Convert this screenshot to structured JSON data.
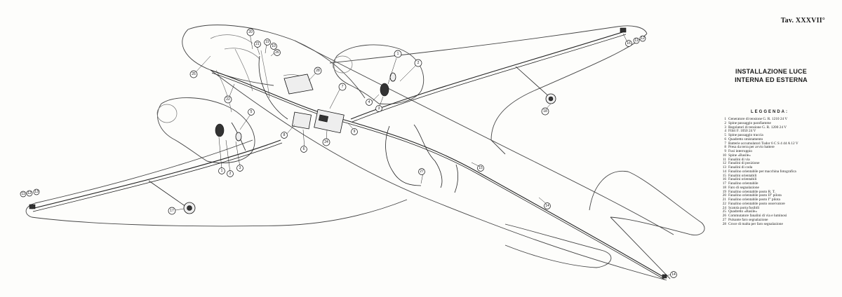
{
  "plate_label": "Tav. XXXVII°",
  "heading": {
    "line1": "INSTALLAZIONE LUCE",
    "line2": "INTERNA ED ESTERNA"
  },
  "legend_title": "LEGGENDA:",
  "legend": [
    {
      "num": "1",
      "text": "Generatore di tensione G. R. 1210 24 V"
    },
    {
      "num": "2",
      "text": "Spine passaggio parafiamme"
    },
    {
      "num": "3",
      "text": "Regolatori di tensione G. R. 1200 24 V"
    },
    {
      "num": "4",
      "text": "Filtri F. 1050 24 V"
    },
    {
      "num": "5",
      "text": "Spine passaggio traccia"
    },
    {
      "num": "6",
      "text": "Quadretto smistamento"
    },
    {
      "num": "7",
      "text": "Batterie accumulatori Tudor 6 C S 4 44 A 12 V"
    },
    {
      "num": "8",
      "text": "Presa da terra per avvio battere"
    },
    {
      "num": "9",
      "text": "Fusi interruppio"
    },
    {
      "num": "10",
      "text": "Spine «Basile»"
    },
    {
      "num": "11",
      "text": "Fanalini di via"
    },
    {
      "num": "12",
      "text": "Fanalini di posizione"
    },
    {
      "num": "13",
      "text": "Fanalini di coda"
    },
    {
      "num": "14",
      "text": "Fanalino orientabile per macchina fotografica"
    },
    {
      "num": "15",
      "text": "Fanalini orientabili"
    },
    {
      "num": "16",
      "text": "Fanalini orientabili"
    },
    {
      "num": "17",
      "text": "Fanalino orientabile"
    },
    {
      "num": "18",
      "text": "Faro di segnalazione"
    },
    {
      "num": "19",
      "text": "Fanalino orientabile posto R. T."
    },
    {
      "num": "20",
      "text": "Fanalino orientabile posto II° pilota"
    },
    {
      "num": "21",
      "text": "Fanalino orientabile posto I° pilota"
    },
    {
      "num": "22",
      "text": "Fanalino orientabile posto osservatore"
    },
    {
      "num": "24",
      "text": "Scatola porta fusibili"
    },
    {
      "num": "25",
      "text": "Quadretto «Basile»"
    },
    {
      "num": "26",
      "text": "Commutatore fanalini di via e luminosi"
    },
    {
      "num": "27",
      "text": "Pulsante faro segnalazione"
    },
    {
      "num": "28",
      "text": "Croce di malta per faro segnalazione"
    }
  ],
  "callouts": [
    "1",
    "2",
    "3",
    "4",
    "5",
    "6",
    "7",
    "8",
    "9",
    "10",
    "11",
    "12",
    "13",
    "14",
    "15",
    "16",
    "17",
    "18",
    "19",
    "20",
    "21",
    "22",
    "24",
    "25",
    "26",
    "27",
    "28"
  ]
}
